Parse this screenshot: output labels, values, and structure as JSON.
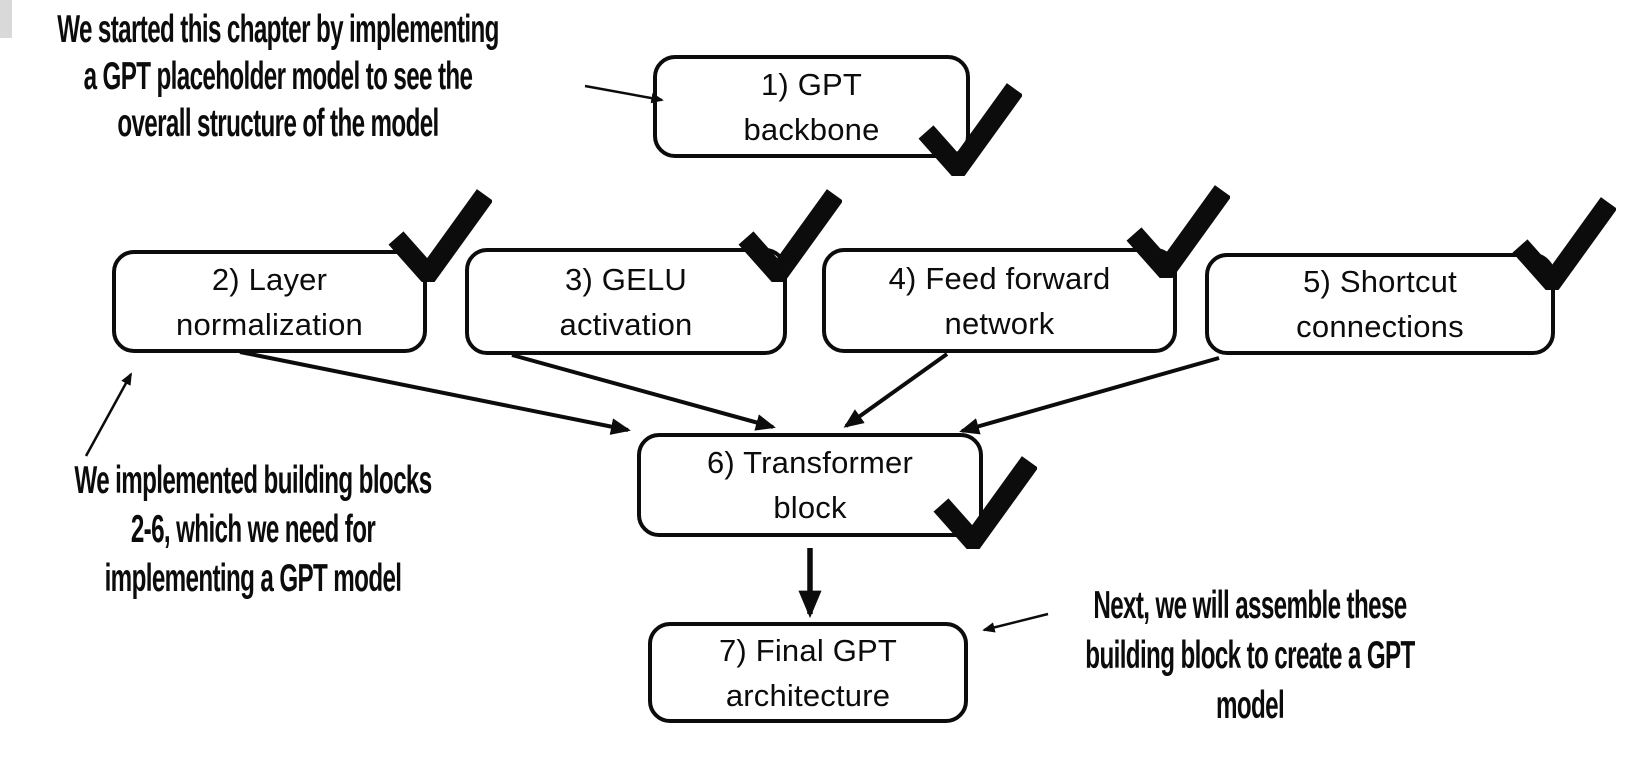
{
  "diagram": {
    "nodes": [
      {
        "id": "gpt-backbone",
        "lines": [
          "1) GPT",
          "backbone"
        ],
        "completed": true
      },
      {
        "id": "layer-normalization",
        "lines": [
          "2) Layer",
          "normalization"
        ],
        "completed": true
      },
      {
        "id": "gelu-activation",
        "lines": [
          "3) GELU",
          "activation"
        ],
        "completed": true
      },
      {
        "id": "feed-forward-network",
        "lines": [
          "4) Feed forward",
          "network"
        ],
        "completed": true
      },
      {
        "id": "shortcut-connections",
        "lines": [
          "5) Shortcut",
          "connections"
        ],
        "completed": true
      },
      {
        "id": "transformer-block",
        "lines": [
          "6) Transformer",
          "block"
        ],
        "completed": true
      },
      {
        "id": "final-gpt-architecture",
        "lines": [
          "7) Final GPT",
          "architecture"
        ],
        "completed": false
      }
    ],
    "edges": [
      {
        "from": "layer-normalization",
        "to": "transformer-block"
      },
      {
        "from": "gelu-activation",
        "to": "transformer-block"
      },
      {
        "from": "feed-forward-network",
        "to": "transformer-block"
      },
      {
        "from": "shortcut-connections",
        "to": "transformer-block"
      },
      {
        "from": "transformer-block",
        "to": "final-gpt-architecture"
      },
      {
        "from": "annotation-intro",
        "to": "gpt-backbone"
      },
      {
        "from": "annotation-building-blocks",
        "to": "layer-normalization"
      },
      {
        "from": "annotation-next",
        "to": "final-gpt-architecture"
      }
    ],
    "annotations": [
      {
        "id": "intro",
        "lines": [
          "We started this chapter by implementing",
          "a GPT placeholder model to see the",
          "overall structure of the model"
        ]
      },
      {
        "id": "building-blocks",
        "lines": [
          "We implemented building blocks",
          "2-6, which we need for",
          "implementing a GPT model"
        ]
      },
      {
        "id": "next",
        "lines": [
          "Next, we will assemble these",
          "building block to create a GPT",
          "model"
        ]
      }
    ],
    "icons": {
      "check": "heavy-check-mark"
    }
  },
  "colors": {
    "ink": "#0c0c0c",
    "background": "#ffffff"
  }
}
